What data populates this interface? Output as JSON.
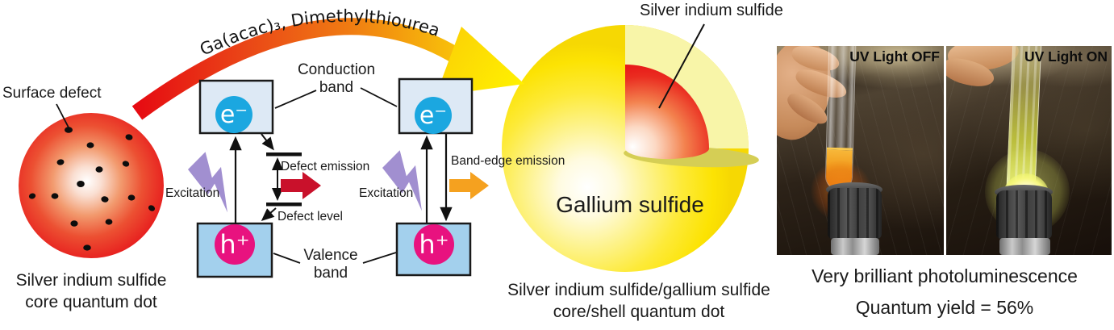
{
  "left_quantum_dot": {
    "surface_defect_label": "Surface defect",
    "caption_line1": "Silver indium sulfide",
    "caption_line2": "core quantum dot"
  },
  "reaction_arrow": {
    "label": "Ga(acac)₃, Dimethylthiourea"
  },
  "band_diagrams": {
    "conduction_band_line1": "Conduction",
    "conduction_band_line2": "band",
    "valence_band_line1": "Valence",
    "valence_band_line2": "band",
    "electron_symbol": "e⁻",
    "hole_symbol": "h⁺",
    "excitation_label": "Excitation",
    "defect_emission_label": "Defect emission",
    "defect_level_label": "Defect level",
    "band_edge_emission_label": "Band-edge emission"
  },
  "core_shell_quantum_dot": {
    "core_label": "Silver indium sulfide",
    "shell_label": "Gallium sulfide",
    "caption_line1": "Silver indium sulfide/gallium sulfide",
    "caption_line2": "core/shell quantum dot"
  },
  "photos": {
    "uv_off_label": "UV Light OFF",
    "uv_on_label": "UV Light ON",
    "caption_line1": "Very brilliant photoluminescence",
    "caption_line2": "Quantum yield = 56%"
  },
  "colors": {
    "core_red": "#e8161d",
    "shell_yellow": "#fde61e",
    "electron_blue": "#1ba7e0",
    "hole_magenta": "#e8127f",
    "conduction_box_fill": "#dde9f5",
    "valence_box_fill": "#a3d0ed",
    "defect_emission_red": "#c9112b",
    "band_edge_orange": "#f5a11f",
    "excitation_purple": "#a18fd0",
    "reaction_gradient_start": "#e60b12",
    "reaction_gradient_end": "#ffe400"
  }
}
